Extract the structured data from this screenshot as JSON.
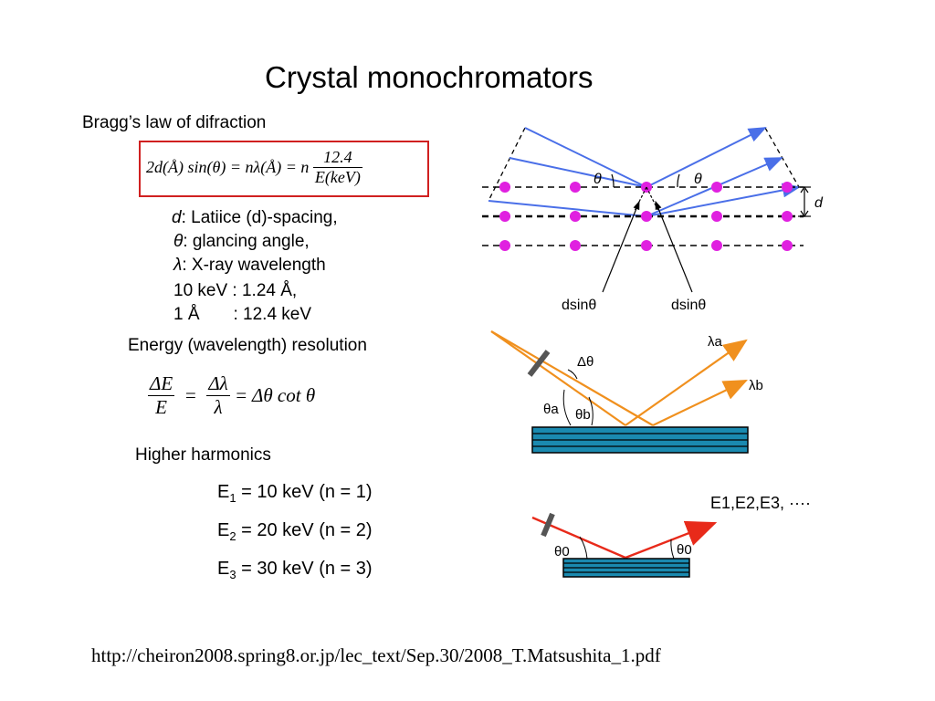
{
  "slide": {
    "title": "Crystal monochromators",
    "bragg_heading": "Bragg’s law of difraction",
    "bragg_formula": {
      "lhs": "2d(Å) sin(θ) = nλ(Å) = n",
      "frac_num": "12.4",
      "frac_den": "E(keV)"
    },
    "definitions": {
      "d_line": ": Latiice (d)-spacing,",
      "theta_line": ": glancing angle,",
      "lambda_line": ": X-ray wavelength",
      "conv1": "10 keV : 1.24 Å,",
      "conv2": "1 Å       : 12.4 keV"
    },
    "resolution_heading": "Energy (wavelength) resolution",
    "resolution_formula": {
      "f1_num": "ΔE",
      "f1_den": "E",
      "f2_num": "Δλ",
      "f2_den": "λ",
      "rhs": "= Δθ cot θ"
    },
    "harmonics_heading": "Higher harmonics",
    "harmonics": [
      {
        "sym": "E",
        "sub": "1",
        "rest": " = 10 keV (n = 1)"
      },
      {
        "sym": "E",
        "sub": "2",
        "rest": " = 20 keV (n = 2)"
      },
      {
        "sym": "E",
        "sub": "3",
        "rest": " = 30 keV (n = 3)"
      }
    ],
    "url": "http://cheiron2008.spring8.or.jp/lec_text/Sep.30/2008_T.Matsushita_1.pdf"
  },
  "diagram_labels": {
    "theta": "θ",
    "d": "d",
    "dsin_left": "dsinθ",
    "dsin_right": "dsinθ",
    "delta_theta": "Δθ",
    "theta_a": "θa",
    "theta_b": "θb",
    "lambda_a": "λa",
    "lambda_b": "λb",
    "theta_0": "θ0",
    "harmonic_list": "E1,E2,E3, ····"
  },
  "colors": {
    "accent_red": "#d02020",
    "beam_blue": "#4a6fe8",
    "atom_magenta": "#e020e0",
    "beam_orange": "#f0901e",
    "crystal_teal": "#1a8ab0",
    "beam_red": "#e82a1a"
  }
}
